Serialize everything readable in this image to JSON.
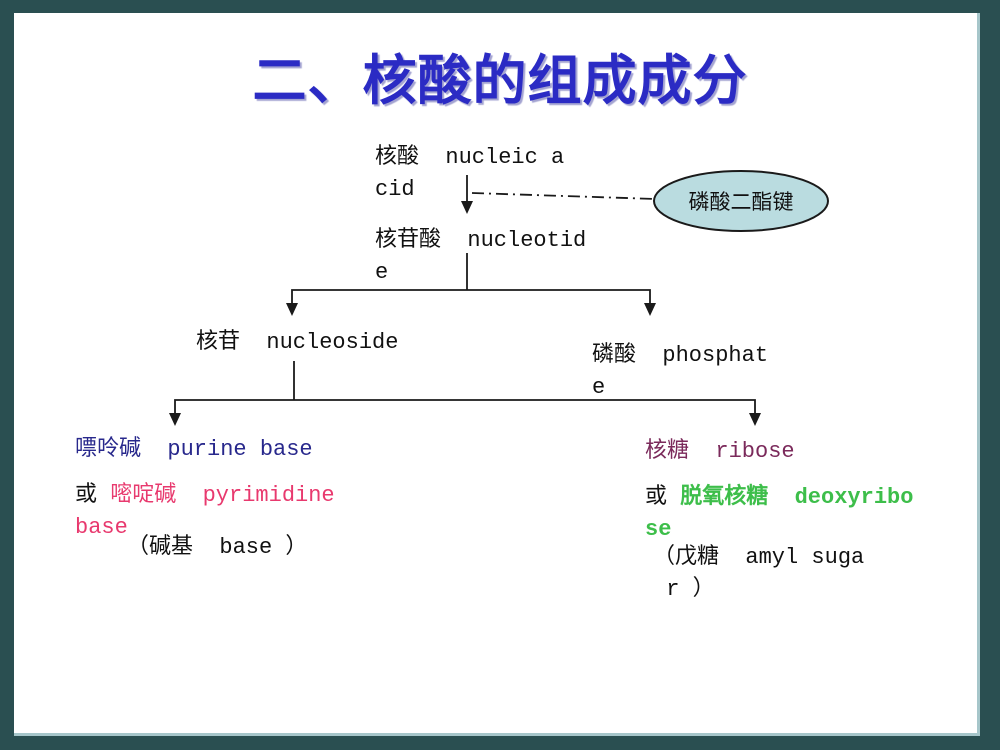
{
  "title": "二、核酸的组成成分",
  "colors": {
    "border": "#2A4F51",
    "panel": "#FFFFFF",
    "title": "#2B2BC4",
    "line": "#1A1A1A",
    "text": "#111111",
    "navy": "#28288C",
    "pink": "#E8396E",
    "maroon": "#7B2A5B",
    "green": "#3DBE4A",
    "ellipse-fill": "#BADCE0"
  },
  "diagram": {
    "nucleic_acid": "核酸  nucleic a\ncid",
    "callout_phosphodiester_bond": "磷酸二酯键",
    "nucleotide": "核苷酸  nucleotid\ne",
    "nucleoside": "核苷  nucleoside",
    "phosphate": "磷酸  phosphat\ne",
    "purine_base": "嘌呤碱  purine base",
    "or_left": "或 ",
    "pyrimidine_base": "嘧啶碱  pyrimidine\nbase",
    "base_note": "（碱基  base ）",
    "ribose": "核糖  ribose",
    "or_right": "或 ",
    "deoxyribose": "脱氧核糖  deoxyribo\nse",
    "pentose_note": "（戊糖  amyl suga\n r ）"
  }
}
